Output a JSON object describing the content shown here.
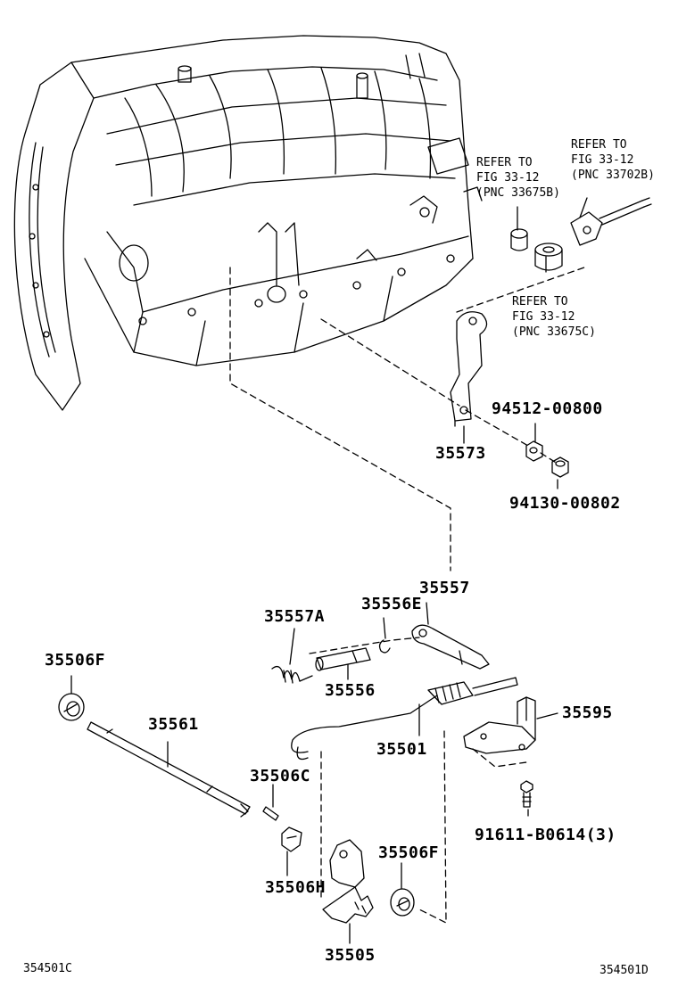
{
  "diagram": {
    "parts": {
      "p35573": "35573",
      "p94512": "94512-00800",
      "p94130": "94130-00802",
      "p35557": "35557",
      "p35557A": "35557A",
      "p35556E": "35556E",
      "p35556": "35556",
      "p35506F_left": "35506F",
      "p35561": "35561",
      "p35501": "35501",
      "p35595": "35595",
      "p35506C": "35506C",
      "p35506H": "35506H",
      "p35506F_right": "35506F",
      "p91611": "91611-B0614(3)",
      "p35505": "35505"
    },
    "refs": {
      "ref_a": "REFER TO\nFIG 33-12\n(PNC 33675B)",
      "ref_b": "REFER TO\nFIG 33-12\n(PNC 33702B)",
      "ref_c": "REFER TO\nFIG 33-12\n(PNC 33675C)"
    },
    "codes": {
      "left": "354501C",
      "right": "354501D"
    }
  }
}
